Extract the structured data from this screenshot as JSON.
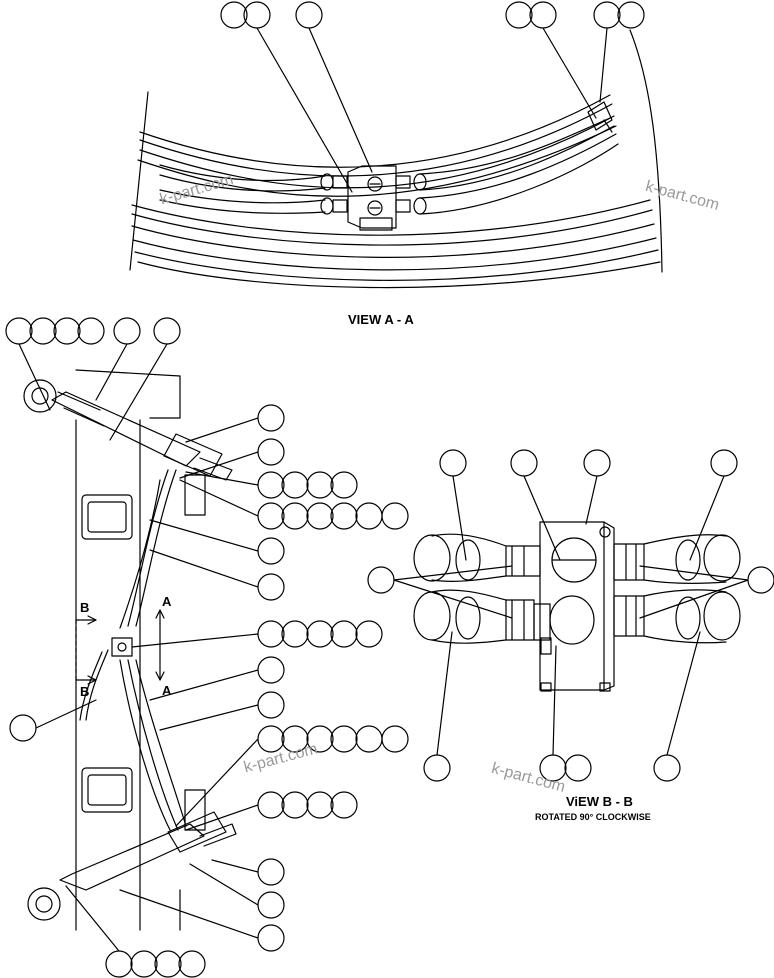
{
  "view_a_title": "VIEW A - A",
  "view_b_title": "ViEW B - B",
  "view_b_subtitle": "ROTATED 90° CLOCKWISE",
  "section_marker_a": "A",
  "section_marker_b": "B",
  "watermark": "k-part.com",
  "colors": {
    "line": "#000000",
    "watermark": "#9a9a9a",
    "background": "#ffffff"
  }
}
